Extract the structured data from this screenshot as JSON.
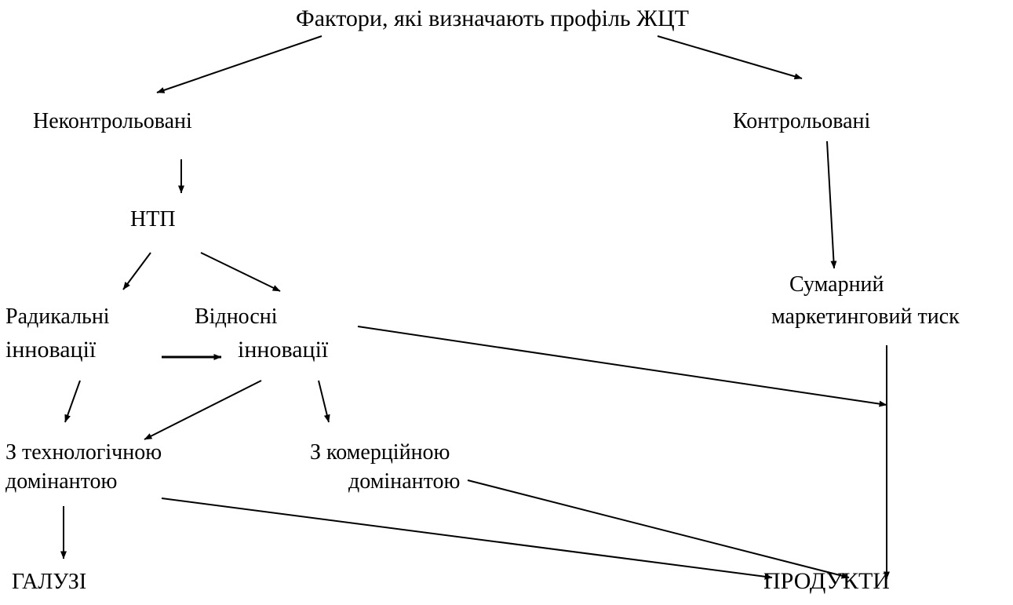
{
  "diagram": {
    "root": "Фактори, які визначають профіль ЖЦТ",
    "uncontrolled": "Неконтрольовані",
    "controlled": "Контрольовані",
    "ntp": "НТП",
    "radical": {
      "line1": "Радикальні",
      "line2": "інновації"
    },
    "relative": {
      "line1": "Відносні",
      "line2": "інновації"
    },
    "marketing": {
      "line1": "Сумарний",
      "line2": "маркетинговий тиск"
    },
    "tech_dominant": {
      "line1": "З технологічною",
      "line2": "домінантою"
    },
    "commercial_dominant": {
      "line1": "З комерційною",
      "line2": "домінантою"
    },
    "industries": "ГАЛУЗІ",
    "products": "ПРОДУКТИ",
    "colors": {
      "text": "#000000",
      "lines": "#000000",
      "background": "#ffffff"
    }
  }
}
